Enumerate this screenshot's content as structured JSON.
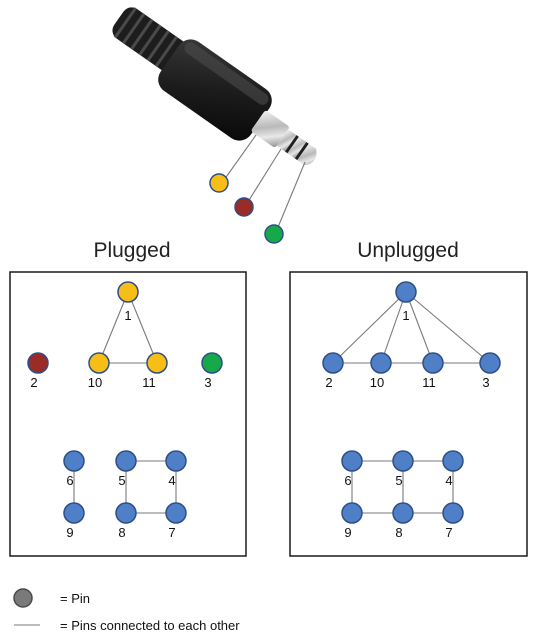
{
  "colors": {
    "pin_fill": "#4f7fc7",
    "pin_stroke": "#2e4f86",
    "gold": "#f7be17",
    "red": "#9a2b27",
    "green": "#17a84a",
    "legend_pin": "#7a7a7a",
    "wire": "#7a7a7a"
  },
  "plug_image": {
    "icon": "audio-jack-plug-icon",
    "ring_pins": [
      {
        "color": "gold"
      },
      {
        "color": "red"
      },
      {
        "color": "green"
      }
    ]
  },
  "panels": {
    "plugged": {
      "title": "Plugged",
      "pins": [
        {
          "label": "1",
          "color": "gold"
        },
        {
          "label": "2",
          "color": "red"
        },
        {
          "label": "10",
          "color": "gold"
        },
        {
          "label": "11",
          "color": "gold"
        },
        {
          "label": "3",
          "color": "green"
        },
        {
          "label": "6",
          "color": "pin_fill"
        },
        {
          "label": "5",
          "color": "pin_fill"
        },
        {
          "label": "4",
          "color": "pin_fill"
        },
        {
          "label": "9",
          "color": "pin_fill"
        },
        {
          "label": "8",
          "color": "pin_fill"
        },
        {
          "label": "7",
          "color": "pin_fill"
        }
      ],
      "connections": [
        [
          "1",
          "10"
        ],
        [
          "1",
          "11"
        ],
        [
          "10",
          "11"
        ],
        [
          "6",
          "9"
        ],
        [
          "5",
          "4"
        ],
        [
          "5",
          "8"
        ],
        [
          "4",
          "7"
        ],
        [
          "8",
          "7"
        ]
      ]
    },
    "unplugged": {
      "title": "Unplugged",
      "pins": [
        {
          "label": "1",
          "color": "pin_fill"
        },
        {
          "label": "2",
          "color": "pin_fill"
        },
        {
          "label": "10",
          "color": "pin_fill"
        },
        {
          "label": "11",
          "color": "pin_fill"
        },
        {
          "label": "3",
          "color": "pin_fill"
        },
        {
          "label": "6",
          "color": "pin_fill"
        },
        {
          "label": "5",
          "color": "pin_fill"
        },
        {
          "label": "4",
          "color": "pin_fill"
        },
        {
          "label": "9",
          "color": "pin_fill"
        },
        {
          "label": "8",
          "color": "pin_fill"
        },
        {
          "label": "7",
          "color": "pin_fill"
        }
      ],
      "connections": [
        [
          "1",
          "2"
        ],
        [
          "1",
          "10"
        ],
        [
          "1",
          "11"
        ],
        [
          "1",
          "3"
        ],
        [
          "2",
          "10"
        ],
        [
          "10",
          "11"
        ],
        [
          "11",
          "3"
        ],
        [
          "6",
          "5"
        ],
        [
          "5",
          "4"
        ],
        [
          "6",
          "9"
        ],
        [
          "5",
          "8"
        ],
        [
          "4",
          "7"
        ],
        [
          "9",
          "8"
        ],
        [
          "8",
          "7"
        ]
      ]
    }
  },
  "legend": {
    "pin_text": "= Pin",
    "line_text": "= Pins connected to each other"
  }
}
